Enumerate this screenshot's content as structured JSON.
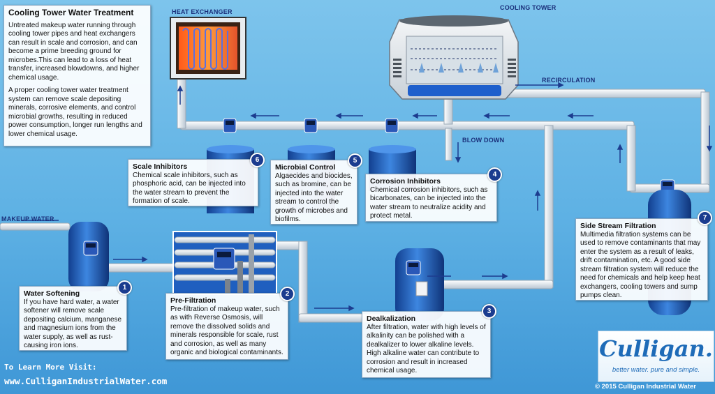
{
  "intro": {
    "title": "Cooling Tower Water Treatment",
    "para1": "Untreated makeup water running through cooling tower pipes and heat exchangers can result in scale and corrosion, and can become a prime breeding ground for microbes.This can lead to a loss of heat transfer, increased blowdowns, and higher chemical usage.",
    "para2": "A proper cooling tower water treatment system can remove scale depositing minerals, corrosive elements, and control microbial growths, resulting in reduced power consumption, longer run lengths and lower chemical usage."
  },
  "labels": {
    "heat_exchanger": "HEAT EXCHANGER",
    "cooling_tower": "COOLING TOWER",
    "recirculation": "RECIRCULATION",
    "blow_down": "BLOW DOWN",
    "makeup_water": "MAKEUP WATER"
  },
  "steps": [
    {
      "num": "1",
      "title": "Water Softening",
      "text": "If you have hard water, a water softener will remove scale depositing calcium, manganese and magnesium ions from the water supply, as well as rust-causing iron ions."
    },
    {
      "num": "2",
      "title": "Pre-Filtration",
      "text": "Pre-filtration of makeup water, such as with Reverse Osmosis, will remove the dissolved solids and minerals responsible for scale, rust and corrosion, as well as many organic and biological contaminants."
    },
    {
      "num": "3",
      "title": "Dealkalization",
      "text": "After filtration, water with high levels of alkalinity can be polished with a dealkalizer to lower alkaline levels. High alkaline water can contribute to corrosion and result in increased chemical usage."
    },
    {
      "num": "4",
      "title": "Corrosion Inhibitors",
      "text": "Chemical corrosion inhibitors, such as bicarbonates, can be injected into the water stream to neutralize acidity and protect metal."
    },
    {
      "num": "5",
      "title": "Microbial Control",
      "text": "Algaecides and biocides, such as bromine, can be injected into the water stream to control the growth of microbes and biofilms."
    },
    {
      "num": "6",
      "title": "Scale Inhibitors",
      "text": "Chemical scale inhibitors, such as phosphoric acid, can be injected into the water stream to prevent the formation of scale."
    },
    {
      "num": "7",
      "title": "Side Stream Filtration",
      "text": "Multimedia filtration systems can be used to remove contaminants that may enter the system as a result of leaks, drift contamination, etc. A good side stream filtration system will reduce the need for chemicals and help keep heat exchangers, cooling towers and sump pumps clean."
    }
  ],
  "footer": {
    "visit_label": "To Learn More Visit:",
    "url": "www.CulliganIndustrialWater.com",
    "logo_brand": "Culligan.",
    "logo_tagline": "better water. pure and simple.",
    "copyright": "© 2015 Culligan Industrial Water"
  },
  "colors": {
    "background": "#5eb1e4",
    "pipe": "#e9eef3",
    "tank": "#1f5fbf",
    "badge": "#1b3c8f",
    "label": "#1a2f7a"
  }
}
